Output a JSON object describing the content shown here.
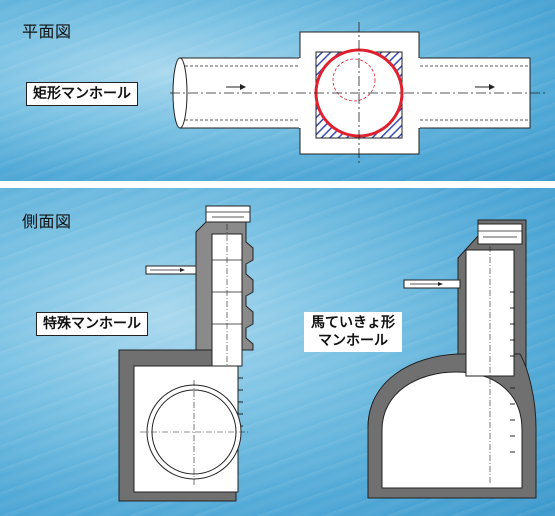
{
  "plan_view": {
    "title": "平面図",
    "label": "矩形マンホール"
  },
  "side_view": {
    "title": "側面図",
    "label_special": "特殊マンホール",
    "label_horseshoe_line1": "馬ていきょ形",
    "label_horseshoe_line2": "マンホール"
  },
  "colors": {
    "background": "#4fa8d6",
    "wall_gray": "#707070",
    "pipe_red": "#e0202e",
    "hatch_blue": "#3c4fb0"
  }
}
